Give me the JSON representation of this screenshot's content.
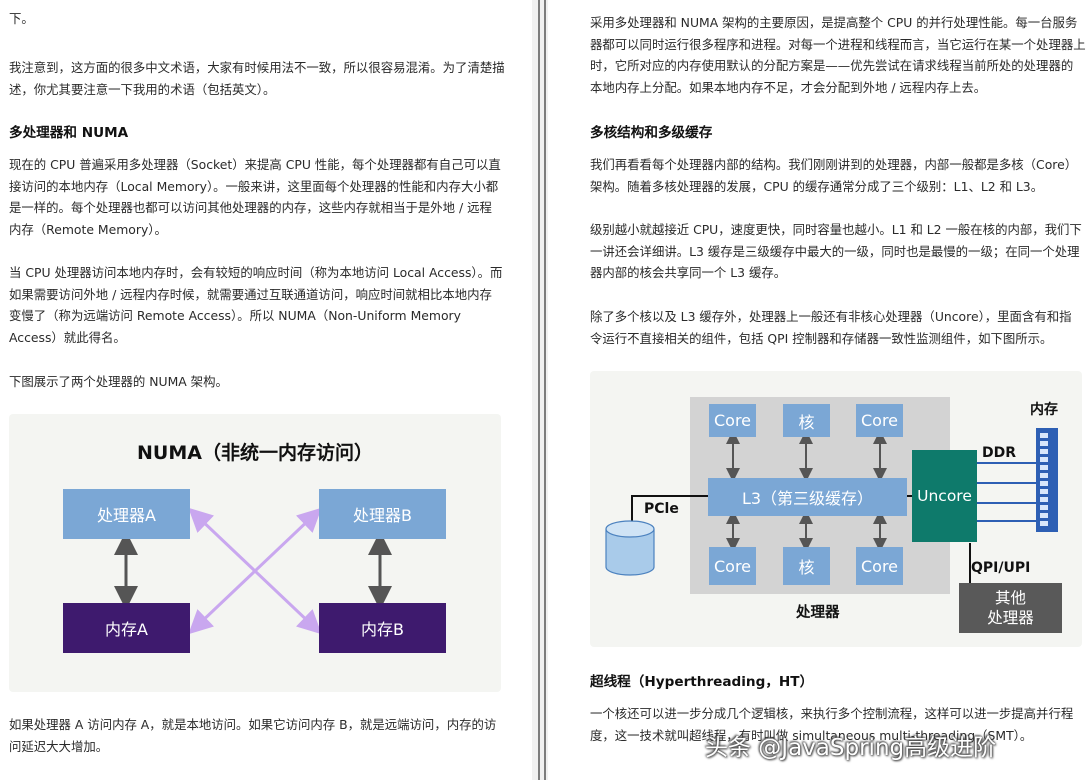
{
  "left": {
    "top_line": "下。",
    "para1": [
      "我注意到，这方面的很多中文术语，大家有时候用法不一致，所以很容易混淆。为了清楚描",
      "述，你尤其要注意一下我用的术语（包括英文）。"
    ],
    "heading1": "多处理器和 NUMA",
    "para2": [
      "现在的 CPU 普遍采用多处理器（Socket）来提高 CPU 性能，每个处理器都有自己可以直",
      "接访问的本地内存（Local Memory）。一般来讲，这里面每个处理器的性能和内存大小都",
      "是一样的。每个处理器也都可以访问其他处理器的内存，这些内存就相当于是外地 / 远程",
      "内存（Remote Memory）。"
    ],
    "para3": [
      "当 CPU 处理器访问本地内存时，会有较短的响应时间（称为本地访问 Local Access）。而",
      "如果需要访问外地 / 远程内存时候，就需要通过互联通道访问，响应时间就相比本地内存",
      "变慢了（称为远端访问 Remote Access）。所以 NUMA（Non-Uniform Memory",
      "Access）就此得名。"
    ],
    "para4": "下图展示了两个处理器的 NUMA 架构。",
    "numa": {
      "title": "NUMA（非统一内存访问）",
      "proc_a": "处理器A",
      "proc_b": "处理器B",
      "mem_a": "内存A",
      "mem_b": "内存B"
    },
    "para5": [
      "如果处理器 A 访问内存 A，就是本地访问。如果它访问内存 B，就是远端访问，内存的访",
      "问延迟大大增加。"
    ]
  },
  "right": {
    "para1": [
      "采用多处理器和 NUMA 架构的主要原因，是提高整个 CPU 的并行处理性能。每一台服务",
      "器都可以同时运行很多程序和进程。对每一个进程和线程而言，当它运行在某一个处理器上",
      "时，它所对应的内存使用默认的分配方案是——优先尝试在请求线程当前所处的处理器的",
      "本地内存上分配。如果本地内存不足，才会分配到外地 / 远程内存上去。"
    ],
    "heading1": "多核结构和多级缓存",
    "para2": [
      "我们再看看每个处理器内部的结构。我们刚刚讲到的处理器，内部一般都是多核（Core）",
      "架构。随着多核处理器的发展，CPU 的缓存通常分成了三个级别：L1、L2 和 L3。"
    ],
    "para3": [
      "级别越小就越接近 CPU，速度更快，同时容量也越小。L1 和 L2 一般在核的内部，我们下",
      "一讲还会详细讲。L3 缓存是三级缓存中最大的一级，同时也是最慢的一级；在同一个处理",
      "器内部的核会共享同一个 L3 缓存。"
    ],
    "para4": [
      "除了多个核以及 L3 缓存外，处理器上一般还有非核心处理器（Uncore），里面含有和指",
      "令运行不直接相关的组件，包括 QPI 控制器和存储器一致性监测组件，如下图所示。"
    ],
    "cache": {
      "core_top_left": "Core",
      "core_top_mid": "核",
      "core_top_right": "Core",
      "core_bot_left": "Core",
      "core_bot_mid": "核",
      "core_bot_right": "Core",
      "l3": "L3（第三级缓存）",
      "uncore": "Uncore",
      "memory": "内存",
      "ddr": "DDR",
      "pcie": "PCle",
      "qpi": "QPI/UPI",
      "other_1": "其他",
      "other_2": "处理器",
      "processor": "处理器"
    },
    "heading2": "超线程（Hyperthreading，HT）",
    "para5": [
      "一个核还可以进一步分成几个逻辑核，来执行多个控制流程，这样可以进一步提高并行程",
      "度，这一技术就叫超线程，有时叫做 simultaneous multi-threading（SMT）。"
    ]
  },
  "watermark": "头条 @JavaSpring高级进阶",
  "colors": {
    "processor_blue": "#7ba7d5",
    "memory_purple": "#3e1a6e",
    "uncore_teal": "#0e7a6b",
    "arrow_lilac": "#c9a7ef",
    "memory_stick": "#2d5fb4"
  }
}
